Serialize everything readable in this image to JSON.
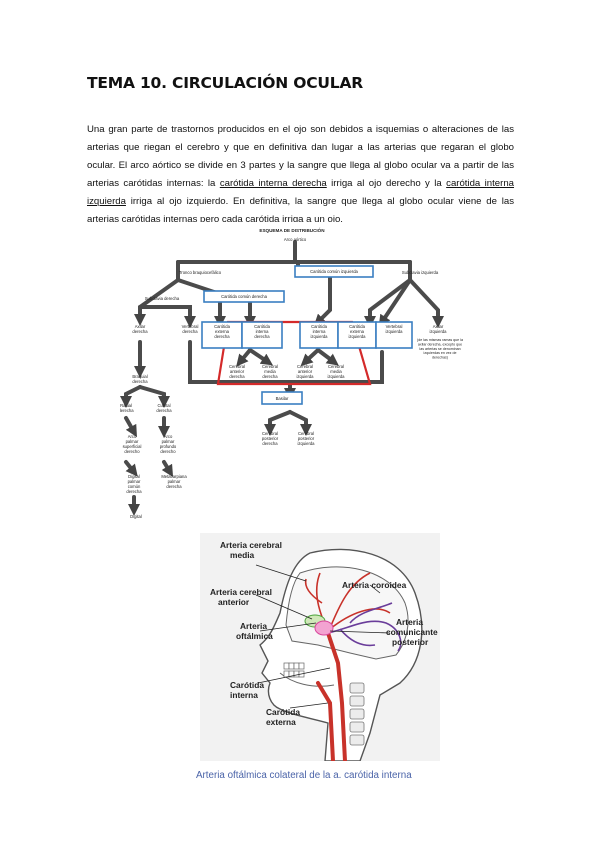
{
  "title": "TEMA 10. CIRCULACIÓN OCULAR",
  "paragraph": {
    "part1": "Una gran parte de trastornos producidos en el ojo son debidos a isquemias o alteraciones de las arterias que riegan el cerebro y que en definitiva dan lugar a las arterias que regaran el globo ocular. El arco aórtico se divide en 3 partes y la sangre que llega al globo ocular va a partir de las arterias carótidas internas: la ",
    "link1": "carótida interna derecha",
    "part2": " irriga al ojo derecho y la ",
    "link2": "carótida interna izquierda",
    "part3": " irriga al ojo izquierdo. En definitiva, la sangre que llega al globo ocular viene de las arterias carótidas internas pero cada carótida irriga a un ojo."
  },
  "diagram1": {
    "title": "ESQUEMA DE DISTRIBUCIÓN",
    "arco": "Arco aórtico",
    "tronco": "Tronco braquiocefálico",
    "ccomun_izq": "Carótida común izquierda",
    "subclavia_izq": "Subclavia izquierda",
    "subclavia_der": "Subclavia derecha",
    "ccomun_der": "Carótida común derecha",
    "axilar_der": [
      "Axilar",
      "derecha"
    ],
    "vertebral_der": [
      "Vertebral",
      "derecha"
    ],
    "cext_der": [
      "Carótida",
      "externa",
      "derecha"
    ],
    "cint_der": [
      "Carótida",
      "interna",
      "derecha"
    ],
    "cint_izq": [
      "Carótida",
      "interna",
      "izquierda"
    ],
    "cext_izq": [
      "Carótida",
      "externa",
      "izquierda"
    ],
    "vertebral_izq": [
      "Vertebral",
      "izquierda"
    ],
    "axilar_izq": [
      "Axilar",
      "izquierda"
    ],
    "axilar_note": [
      "(de las mismas ramas que la",
      "axilar derecha, excepto que",
      "las arterias se denominan",
      "izquierdas en vez de",
      "derechas)"
    ],
    "braquial_der": [
      "Braquial",
      "derecha"
    ],
    "cerebral_ant_der": [
      "Cerebral",
      "anterior",
      "derecha"
    ],
    "cerebral_media_der": [
      "Cerebral",
      "media",
      "derecha"
    ],
    "cerebral_ant_izq": [
      "Cerebral",
      "anterior",
      "izquierda"
    ],
    "cerebral_media_izq": [
      "Cerebral",
      "media",
      "izquierda"
    ],
    "radial_der": [
      "Radial",
      "derecha"
    ],
    "cubital_der": [
      "Cubital",
      "derecha"
    ],
    "basilar": "Basilar",
    "arco_palmar_sup": [
      "Arco",
      "palmar",
      "superficial",
      "derecho"
    ],
    "arco_palmar_prof": [
      "Arco",
      "palmar",
      "profundo",
      "derecho"
    ],
    "cerebral_post_der": [
      "Cerebral",
      "posterior",
      "derecha"
    ],
    "cerebral_post_izq": [
      "Cerebral",
      "posterior",
      "izquierda"
    ],
    "digital_palmar": [
      "Digital",
      "palmar",
      "común",
      "derecha"
    ],
    "metacarpiana": [
      "Metacarpiana",
      "palmar",
      "derecha"
    ],
    "digital": "Digital"
  },
  "diagram2": {
    "cerebral_media": [
      "Arteria cerebral",
      "media"
    ],
    "coroidea": "Arteria coroidea",
    "cerebral_anterior": [
      "Arteria cerebral",
      "anterior"
    ],
    "oftalmica": [
      "Arteria",
      "oftálmica"
    ],
    "comunicante": [
      "Arteria",
      "comunicante",
      "posterior"
    ],
    "carotida_interna": [
      "Carótida",
      "interna"
    ],
    "carotida_externa": [
      "Carótida",
      "externa"
    ]
  },
  "caption": "Arteria oftálmica colateral de la a. carótida interna",
  "colors": {
    "box_blue": "#3a7fc1",
    "red_outline": "#d42a2a",
    "caption_blue": "#4a63a8",
    "artery_red": "#c8322a",
    "artery_purple": "#6a3d9a"
  }
}
